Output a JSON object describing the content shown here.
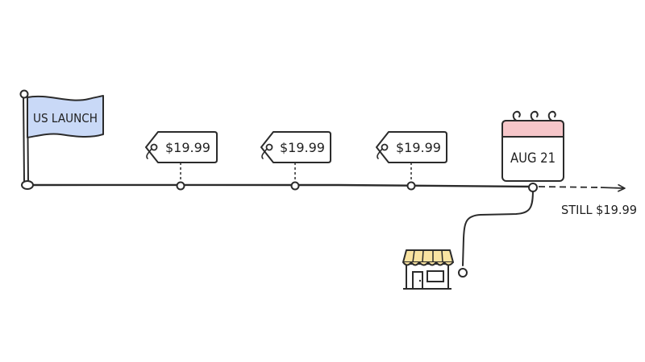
{
  "flag": {
    "label": "US LAUNCH",
    "fill": "#c9d9f7"
  },
  "price_tags": [
    {
      "label": "$19.99"
    },
    {
      "label": "$19.99"
    },
    {
      "label": "$19.99"
    }
  ],
  "calendar": {
    "label": "AUG 21",
    "header_fill": "#f6c6c9"
  },
  "end_label": "STILL $19.99",
  "store": {
    "icon": "storefront-icon",
    "awning_fill": "#f9e3a1"
  },
  "colors": {
    "ink": "#2b2b2b",
    "flag_blue": "#c9d9f7",
    "calendar_pink": "#f6c6c9",
    "awning_yellow": "#f9e3a1"
  }
}
